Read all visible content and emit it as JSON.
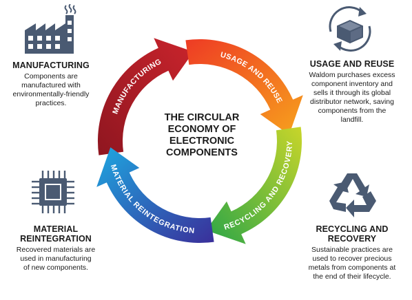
{
  "center": {
    "lines": [
      "THE CIRCULAR",
      "ECONOMY OF",
      "ELECTRONIC",
      "COMPONENTS"
    ]
  },
  "ring": {
    "manufacturing": "MANUFACTURING",
    "usage": "USAGE AND REUSE",
    "recycling": "RECYCLING AND RECOVERY",
    "material": "MATERIAL REINTEGRATION"
  },
  "stages": {
    "manufacturing": {
      "title": "MANUFACTURING",
      "lines": [
        "Components are",
        "manufactured with",
        "environmentally-friendly",
        "practices."
      ]
    },
    "usage": {
      "title": "USAGE AND REUSE",
      "lines": [
        "Waldom purchases excess",
        "component inventory and",
        "sells it through its global",
        "distributor network, saving",
        "components from the",
        "landfill."
      ]
    },
    "material": {
      "title": "MATERIAL REINTEGRATION",
      "lines": [
        "Recovered materials are",
        "used in manufacturing",
        "of new components."
      ]
    },
    "recycling": {
      "title": "RECYCLING AND RECOVERY",
      "lines": [
        "Sustainable practices are",
        "used to recover precious",
        "metals from components at",
        "the end of their lifecycle."
      ]
    }
  },
  "colors": {
    "manufacturing": "#b0202a",
    "usage": "#f07a1e",
    "recycling": "#5cb531",
    "material": "#2f6fc4",
    "icon": "#4a5a72"
  },
  "icons": {
    "manufacturing": "factory-icon",
    "usage": "reuse-box-icon",
    "material": "chip-icon",
    "recycling": "recycle-icon"
  }
}
